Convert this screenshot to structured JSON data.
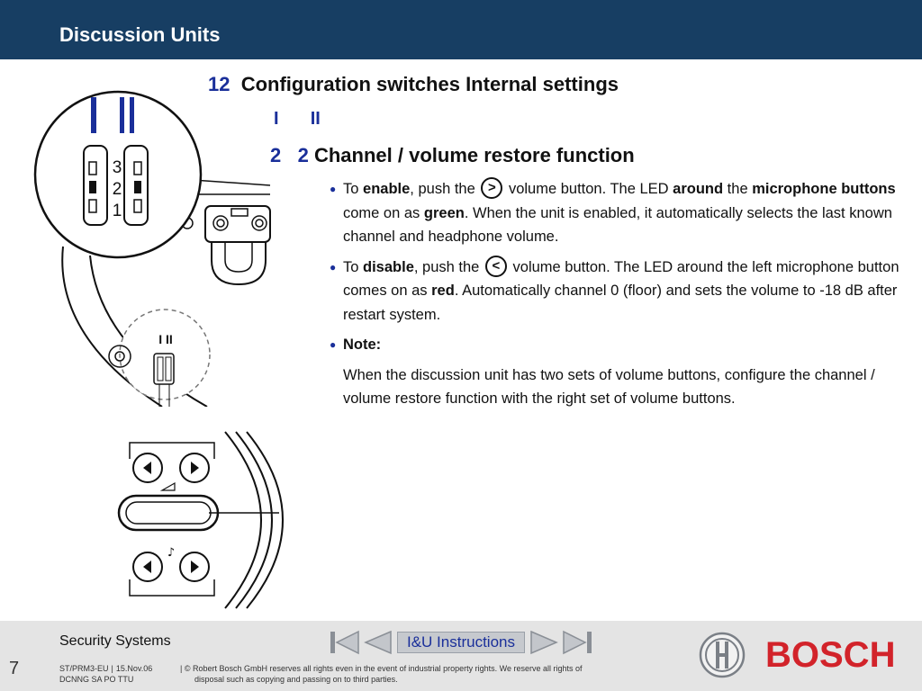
{
  "header": {
    "title": "Discussion Units"
  },
  "section": {
    "number": "12",
    "title": "Configuration switches Internal settings",
    "roman_1": "I",
    "roman_2": "II",
    "sub_num_1": "2",
    "sub_num_2": "2",
    "sub_title": "Channel / volume restore function"
  },
  "bullets": {
    "enable": {
      "t1": "To ",
      "b1": "enable",
      "t2": ", push the ",
      "symbol": ">",
      "t3": " volume button. The LED ",
      "b2": "around",
      "t4": " the ",
      "b3": "microphone buttons",
      "t5": " come on as ",
      "b4": "green",
      "t6": ". When the unit is enabled, it automatically selects the last known channel and headphone volume."
    },
    "disable": {
      "t1": "To ",
      "b1": "disable",
      "t2": ", push the ",
      "symbol": "<",
      "t3": " volume button. The LED around the left microphone button comes on as ",
      "b2": "red",
      "t4": ". Automatically channel 0 (floor) and sets the volume to -18 dB after restart system."
    },
    "note": {
      "label": "Note:",
      "text": "When the discussion unit has two sets of volume buttons, configure the channel / volume restore function with the right set of volume buttons."
    }
  },
  "diagram": {
    "switch_label_1": "I",
    "switch_label_2": "II",
    "pos_3": "3",
    "pos_2": "2",
    "pos_1": "1"
  },
  "footer": {
    "company": "Security Systems",
    "page_number": "7",
    "code_1": "ST/PRM3-EU",
    "code_sep": "|",
    "date": "15.Nov.06",
    "code_2": "DCNNG SA PO TTU",
    "legal_1": "| © Robert Bosch GmbH reserves all rights even in the event of industrial property rights. We reserve all rights of",
    "legal_2": "disposal such as copying and passing on to third parties.",
    "nav_label": "I&U Instructions"
  },
  "brand": {
    "name": "BOSCH"
  },
  "colors": {
    "header_bg": "#173e63",
    "accent_blue": "#1a2f9a",
    "bosch_red": "#d2232a",
    "footer_bg": "#e4e4e4"
  },
  "icons": [
    "first-page-icon",
    "previous-page-icon",
    "next-page-icon",
    "last-page-icon",
    "bosch-armature-icon",
    "volume-left-icon",
    "volume-right-icon",
    "headphone-icon"
  ]
}
